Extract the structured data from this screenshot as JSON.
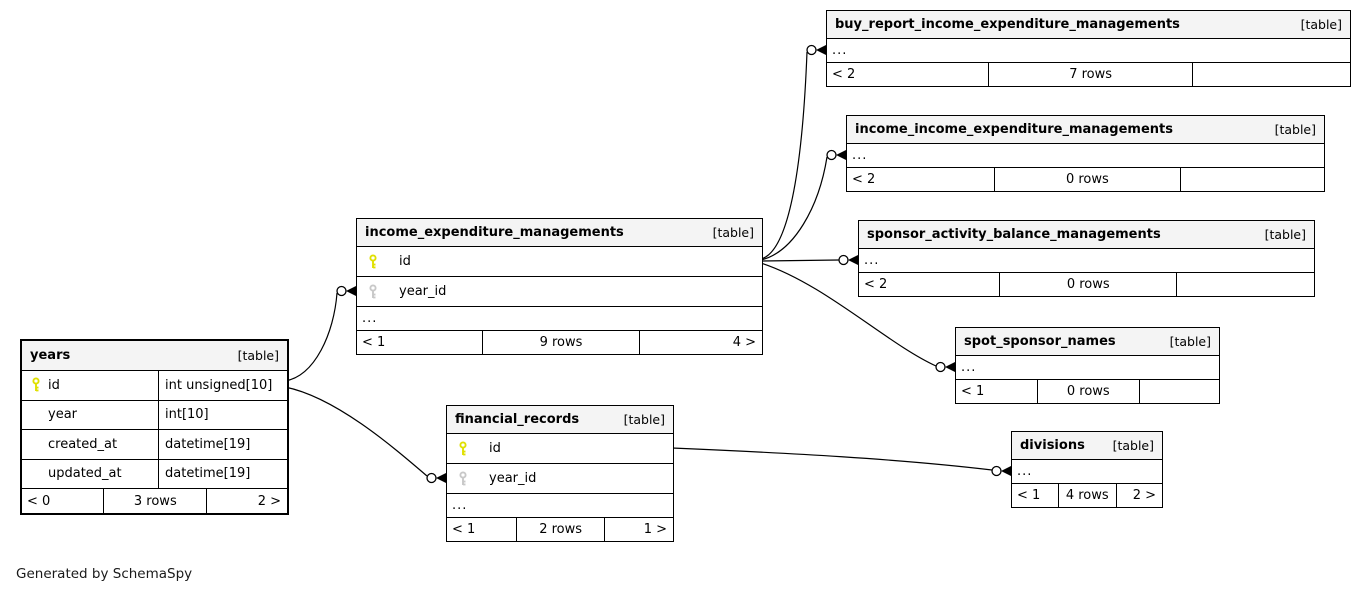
{
  "caption": "Generated by SchemaSpy",
  "colors": {
    "header_bg": "#f4f4f4",
    "border": "#000000",
    "primary_key": "#e0e000",
    "foreign_key": "#c8c8c8"
  },
  "tables": [
    {
      "id": "years",
      "name": "years",
      "tag": "[table]",
      "emphasized": true,
      "columns": [
        {
          "name": "id",
          "type": "int unsigned[10]",
          "key": "primary"
        },
        {
          "name": "year",
          "type": "int[10]",
          "key": ""
        },
        {
          "name": "created_at",
          "type": "datetime[19]",
          "key": ""
        },
        {
          "name": "updated_at",
          "type": "datetime[19]",
          "key": ""
        }
      ],
      "footer": {
        "left": "< 0",
        "center": "3 rows",
        "right": "2 >"
      }
    },
    {
      "id": "income_expenditure_managements",
      "name": "income_expenditure_managements",
      "tag": "[table]",
      "emphasized": false,
      "columns": [
        {
          "name": "id",
          "type": "",
          "key": "primary"
        },
        {
          "name": "year_id",
          "type": "",
          "key": "foreign"
        }
      ],
      "more_columns": "...",
      "footer": {
        "left": "< 1",
        "center": "9 rows",
        "right": "4 >"
      }
    },
    {
      "id": "buy_report_income_expenditure_managements",
      "name": "buy_report_income_expenditure_managements",
      "tag": "[table]",
      "emphasized": false,
      "columns": [],
      "more_columns": "...",
      "footer": {
        "left": "< 2",
        "center": "7 rows",
        "right": ""
      }
    },
    {
      "id": "income_income_expenditure_managements",
      "name": "income_income_expenditure_managements",
      "tag": "[table]",
      "emphasized": false,
      "columns": [],
      "more_columns": "...",
      "footer": {
        "left": "< 2",
        "center": "0 rows",
        "right": ""
      }
    },
    {
      "id": "sponsor_activity_balance_managements",
      "name": "sponsor_activity_balance_managements",
      "tag": "[table]",
      "emphasized": false,
      "columns": [],
      "more_columns": "...",
      "footer": {
        "left": "< 2",
        "center": "0 rows",
        "right": ""
      }
    },
    {
      "id": "spot_sponsor_names",
      "name": "spot_sponsor_names",
      "tag": "[table]",
      "emphasized": false,
      "columns": [],
      "more_columns": "...",
      "footer": {
        "left": "< 1",
        "center": "0 rows",
        "right": ""
      }
    },
    {
      "id": "financial_records",
      "name": "financial_records",
      "tag": "[table]",
      "emphasized": false,
      "columns": [
        {
          "name": "id",
          "type": "",
          "key": "primary"
        },
        {
          "name": "year_id",
          "type": "",
          "key": "foreign"
        }
      ],
      "more_columns": "...",
      "footer": {
        "left": "< 1",
        "center": "2 rows",
        "right": "1 >"
      }
    },
    {
      "id": "divisions",
      "name": "divisions",
      "tag": "[table]",
      "emphasized": false,
      "columns": [],
      "more_columns": "...",
      "footer": {
        "left": "< 1",
        "center": "4 rows",
        "right": "2 >"
      }
    }
  ],
  "connections": [
    {
      "from": "years.id",
      "to": "income_expenditure_managements.year_id"
    },
    {
      "from": "years.id",
      "to": "financial_records.year_id"
    },
    {
      "from": "income_expenditure_managements.id",
      "to": "buy_report_income_expenditure_managements"
    },
    {
      "from": "income_expenditure_managements.id",
      "to": "income_income_expenditure_managements"
    },
    {
      "from": "income_expenditure_managements.id",
      "to": "sponsor_activity_balance_managements"
    },
    {
      "from": "income_expenditure_managements.id",
      "to": "spot_sponsor_names"
    },
    {
      "from": "financial_records.id",
      "to": "divisions"
    }
  ]
}
